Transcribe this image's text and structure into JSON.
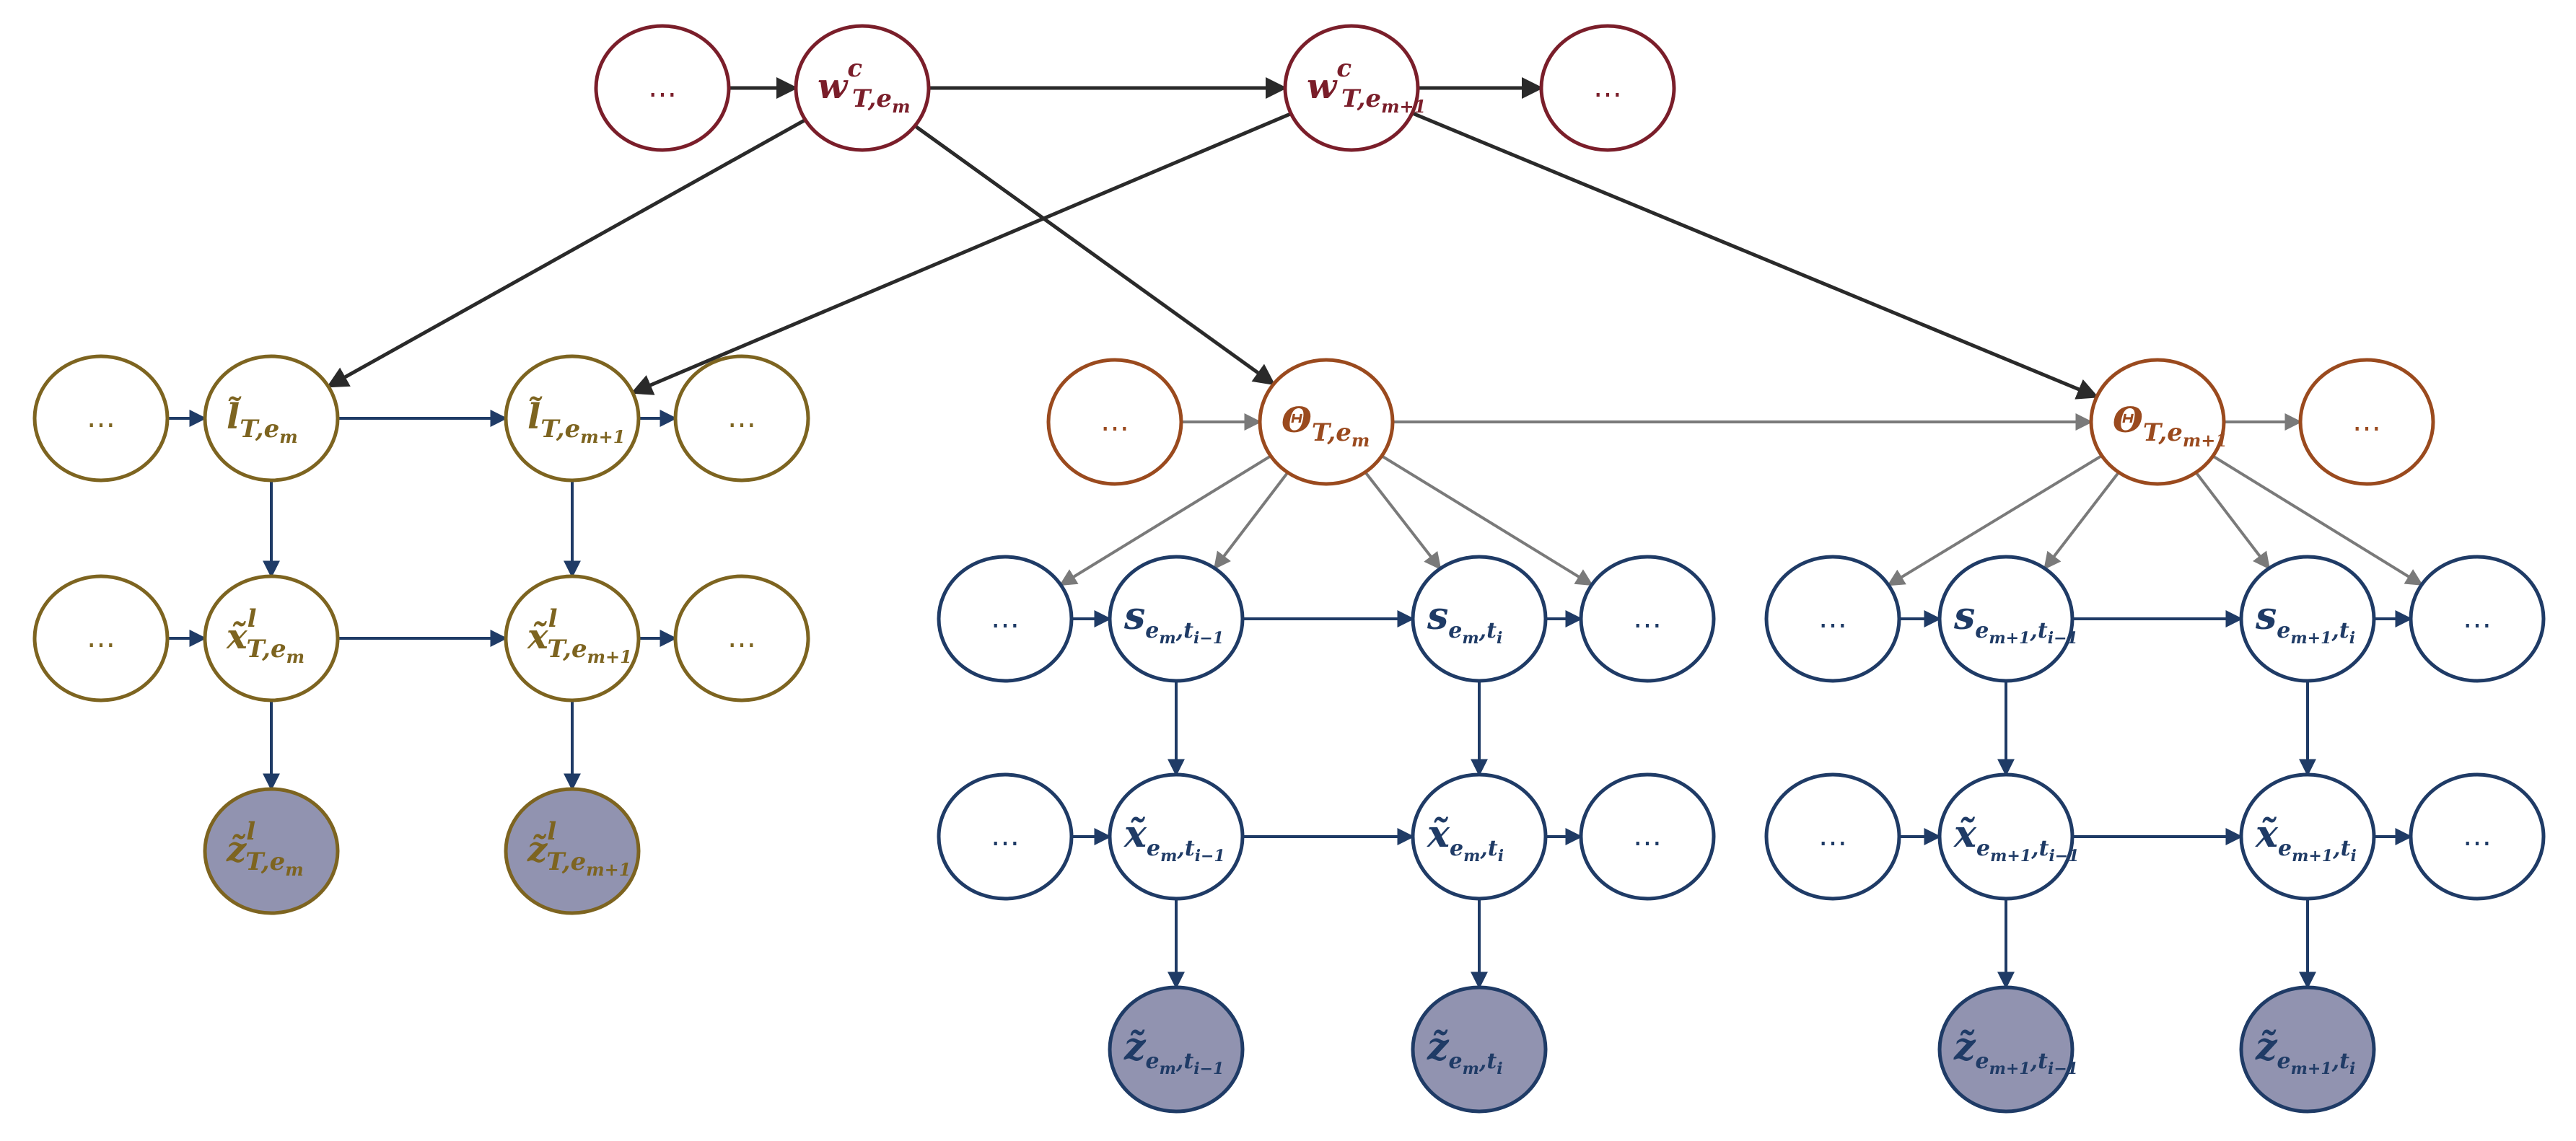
{
  "colors": {
    "weather": "#7a1e2a",
    "theta": "#9a4a1e",
    "land": "#7d6420",
    "state": "#1f3b66",
    "observed_fill": "#9193b0",
    "arrow_dark": "#2a2a2a",
    "arrow_navy": "#1f3b66",
    "arrow_gray": "#7a7a7a"
  },
  "nodes": [
    {
      "id": "w-prev",
      "group": "weather",
      "main": "…",
      "sub": "",
      "sup": ""
    },
    {
      "id": "w-em",
      "group": "weather",
      "main": "w",
      "sub": "T,e",
      "subsub": "m",
      "sup": "c"
    },
    {
      "id": "w-em1",
      "group": "weather",
      "main": "w",
      "sub": "T,e",
      "subsub": "m+1",
      "sup": "c"
    },
    {
      "id": "w-next",
      "group": "weather",
      "main": "…",
      "sub": "",
      "sup": ""
    },
    {
      "id": "l-prev",
      "group": "land",
      "main": "…"
    },
    {
      "id": "l-em",
      "group": "land",
      "main": "l̃",
      "sub": "T,e",
      "subsub": "m"
    },
    {
      "id": "l-em1",
      "group": "land",
      "main": "l̃",
      "sub": "T,e",
      "subsub": "m+1"
    },
    {
      "id": "l-next",
      "group": "land",
      "main": "…"
    },
    {
      "id": "xl-prev",
      "group": "land",
      "main": "…"
    },
    {
      "id": "xl-em",
      "group": "land",
      "main": "x̃",
      "sub": "T,e",
      "subsub": "m",
      "sup": "l"
    },
    {
      "id": "xl-em1",
      "group": "land",
      "main": "x̃",
      "sub": "T,e",
      "subsub": "m+1",
      "sup": "l"
    },
    {
      "id": "xl-next",
      "group": "land",
      "main": "…"
    },
    {
      "id": "zl-em",
      "group": "land-obs",
      "main": "z̃",
      "sub": "T,e",
      "subsub": "m",
      "sup": "l"
    },
    {
      "id": "zl-em1",
      "group": "land-obs",
      "main": "z̃",
      "sub": "T,e",
      "subsub": "m+1",
      "sup": "l"
    },
    {
      "id": "th-prev",
      "group": "theta",
      "main": "…"
    },
    {
      "id": "th-em",
      "group": "theta",
      "main": "Θ",
      "sub": "T,e",
      "subsub": "m"
    },
    {
      "id": "th-em1",
      "group": "theta",
      "main": "Θ",
      "sub": "T,e",
      "subsub": "m+1"
    },
    {
      "id": "th-next",
      "group": "theta",
      "main": "…"
    },
    {
      "id": "sA-prev",
      "group": "state",
      "main": "…"
    },
    {
      "id": "sA-1",
      "group": "state",
      "main": "s",
      "sub": "e",
      "subsub": "m",
      "sub2": ",t",
      "subsub2": "i−1"
    },
    {
      "id": "sA-2",
      "group": "state",
      "main": "s",
      "sub": "e",
      "subsub": "m",
      "sub2": ",t",
      "subsub2": "i"
    },
    {
      "id": "sA-next",
      "group": "state",
      "main": "…"
    },
    {
      "id": "xA-prev",
      "group": "state",
      "main": "…"
    },
    {
      "id": "xA-1",
      "group": "state",
      "main": "x̃",
      "sub": "e",
      "subsub": "m",
      "sub2": ",t",
      "subsub2": "i−1"
    },
    {
      "id": "xA-2",
      "group": "state",
      "main": "x̃",
      "sub": "e",
      "subsub": "m",
      "sub2": ",t",
      "subsub2": "i"
    },
    {
      "id": "xA-next",
      "group": "state",
      "main": "…"
    },
    {
      "id": "zA-1",
      "group": "state-obs",
      "main": "z̃",
      "sub": "e",
      "subsub": "m",
      "sub2": ",t",
      "subsub2": "i−1"
    },
    {
      "id": "zA-2",
      "group": "state-obs",
      "main": "z̃",
      "sub": "e",
      "subsub": "m",
      "sub2": ",t",
      "subsub2": "i"
    },
    {
      "id": "sB-prev",
      "group": "state",
      "main": "…"
    },
    {
      "id": "sB-1",
      "group": "state",
      "main": "s",
      "sub": "e",
      "subsub": "m+1",
      "sub2": ",t",
      "subsub2": "i−1"
    },
    {
      "id": "sB-2",
      "group": "state",
      "main": "s",
      "sub": "e",
      "subsub": "m+1",
      "sub2": ",t",
      "subsub2": "i"
    },
    {
      "id": "sB-next",
      "group": "state",
      "main": "…"
    },
    {
      "id": "xB-prev",
      "group": "state",
      "main": "…"
    },
    {
      "id": "xB-1",
      "group": "state",
      "main": "x̃",
      "sub": "e",
      "subsub": "m+1",
      "sub2": ",t",
      "subsub2": "i−1"
    },
    {
      "id": "xB-2",
      "group": "state",
      "main": "x̃",
      "sub": "e",
      "subsub": "m+1",
      "sub2": ",t",
      "subsub2": "i"
    },
    {
      "id": "xB-next",
      "group": "state",
      "main": "…"
    },
    {
      "id": "zB-1",
      "group": "state-obs",
      "main": "z̃",
      "sub": "e",
      "subsub": "m+1",
      "sub2": ",t",
      "subsub2": "i−1"
    },
    {
      "id": "zB-2",
      "group": "state-obs",
      "main": "z̃",
      "sub": "e",
      "subsub": "m+1",
      "sub2": ",t",
      "subsub2": "i"
    }
  ],
  "edges": [
    [
      "w-prev",
      "w-em",
      "dark"
    ],
    [
      "w-em",
      "w-em1",
      "dark"
    ],
    [
      "w-em1",
      "w-next",
      "dark"
    ],
    [
      "w-em",
      "l-em",
      "dark"
    ],
    [
      "w-em1",
      "l-em1",
      "dark"
    ],
    [
      "w-em",
      "th-em",
      "dark"
    ],
    [
      "w-em1",
      "th-em1",
      "dark"
    ],
    [
      "l-prev",
      "l-em",
      "navy"
    ],
    [
      "l-em",
      "l-em1",
      "navy"
    ],
    [
      "l-em1",
      "l-next",
      "navy"
    ],
    [
      "l-em",
      "xl-em",
      "navy"
    ],
    [
      "l-em1",
      "xl-em1",
      "navy"
    ],
    [
      "xl-prev",
      "xl-em",
      "navy"
    ],
    [
      "xl-em",
      "xl-em1",
      "navy"
    ],
    [
      "xl-em1",
      "xl-next",
      "navy"
    ],
    [
      "xl-em",
      "zl-em",
      "navy"
    ],
    [
      "xl-em1",
      "zl-em1",
      "navy"
    ],
    [
      "th-prev",
      "th-em",
      "gray"
    ],
    [
      "th-em",
      "th-em1",
      "gray"
    ],
    [
      "th-em1",
      "th-next",
      "gray"
    ],
    [
      "th-em",
      "sA-prev",
      "gray"
    ],
    [
      "th-em",
      "sA-1",
      "gray"
    ],
    [
      "th-em",
      "sA-2",
      "gray"
    ],
    [
      "th-em",
      "sA-next",
      "gray"
    ],
    [
      "th-em1",
      "sB-prev",
      "gray"
    ],
    [
      "th-em1",
      "sB-1",
      "gray"
    ],
    [
      "th-em1",
      "sB-2",
      "gray"
    ],
    [
      "th-em1",
      "sB-next",
      "gray"
    ],
    [
      "sA-prev",
      "sA-1",
      "navy"
    ],
    [
      "sA-1",
      "sA-2",
      "navy"
    ],
    [
      "sA-2",
      "sA-next",
      "navy"
    ],
    [
      "sA-1",
      "xA-1",
      "navy"
    ],
    [
      "sA-2",
      "xA-2",
      "navy"
    ],
    [
      "xA-prev",
      "xA-1",
      "navy"
    ],
    [
      "xA-1",
      "xA-2",
      "navy"
    ],
    [
      "xA-2",
      "xA-next",
      "navy"
    ],
    [
      "xA-1",
      "zA-1",
      "navy"
    ],
    [
      "xA-2",
      "zA-2",
      "navy"
    ],
    [
      "sB-prev",
      "sB-1",
      "navy"
    ],
    [
      "sB-1",
      "sB-2",
      "navy"
    ],
    [
      "sB-2",
      "sB-next",
      "navy"
    ],
    [
      "sB-1",
      "xB-1",
      "navy"
    ],
    [
      "sB-2",
      "xB-2",
      "navy"
    ],
    [
      "xB-prev",
      "xB-1",
      "navy"
    ],
    [
      "xB-1",
      "xB-2",
      "navy"
    ],
    [
      "xB-2",
      "xB-next",
      "navy"
    ],
    [
      "xB-1",
      "zB-1",
      "navy"
    ],
    [
      "xB-2",
      "zB-2",
      "navy"
    ]
  ]
}
